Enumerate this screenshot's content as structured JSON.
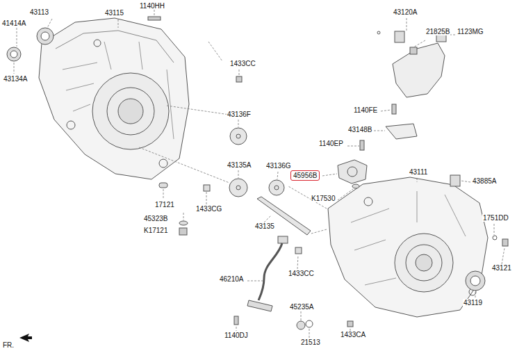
{
  "diagram": {
    "nodes": [
      {
        "text": [
          "45956B"
        ]
      }
    ],
    "labels": [
      "43113",
      "41414A",
      "43134A",
      "43115",
      "1140HH",
      "1433CC",
      "43136F",
      "43135A",
      "17121",
      "1433CG",
      "45323B",
      "K17121",
      "43120A",
      "21825B",
      "1123MG",
      "1140FE",
      "43148B",
      "1140EP",
      "43136G",
      "K17530",
      "43111",
      "43885A",
      "1751DD",
      "43121",
      "43119",
      "43135",
      "46210A",
      "1433CC",
      "45235A",
      "1140DJ",
      "21513",
      "1433CA",
      "FR."
    ]
  }
}
